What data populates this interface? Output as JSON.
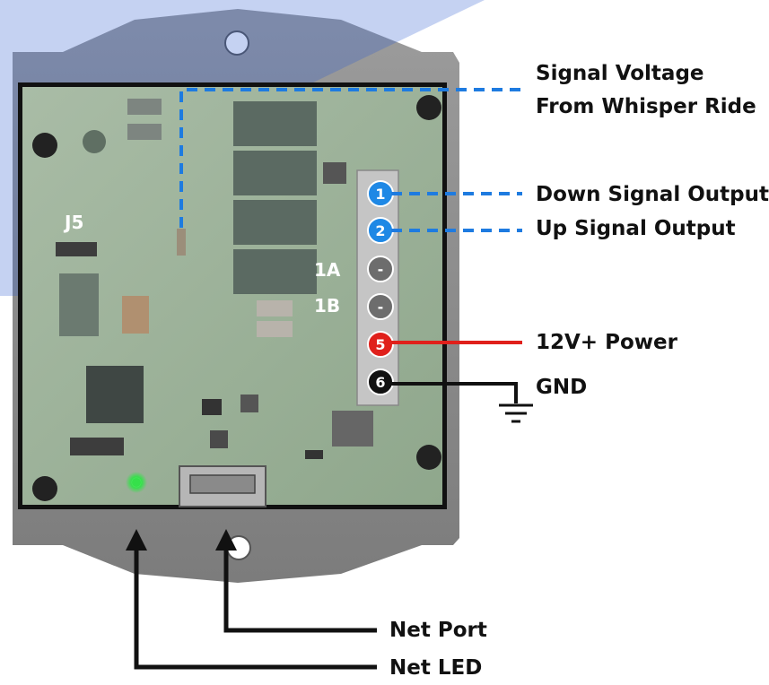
{
  "labels": {
    "signal_voltage_line1": "Signal Voltage",
    "signal_voltage_line2": "From Whisper Ride",
    "down_signal": "Down Signal Output",
    "up_signal": "Up Signal Output",
    "power": "12V+ Power",
    "gnd": "GND",
    "net_port": "Net Port",
    "net_led": "Net LED"
  },
  "board_labels": {
    "j5": "J5",
    "one_a": "1A",
    "one_b": "1B"
  },
  "pins": [
    {
      "label": "1",
      "color": "#1e88e5"
    },
    {
      "label": "2",
      "color": "#1e88e5"
    },
    {
      "label": "-",
      "color": "#6d6d6d"
    },
    {
      "label": "-",
      "color": "#6d6d6d"
    },
    {
      "label": "5",
      "color": "#e0201b"
    },
    {
      "label": "6",
      "color": "#111111"
    }
  ],
  "colors": {
    "signal_line": "#1e7be0",
    "power_line": "#e0201b",
    "ground_line": "#111111",
    "led": "#35e04a",
    "pcb": "#9fb59a",
    "enclosure": "#8a8a8a"
  }
}
